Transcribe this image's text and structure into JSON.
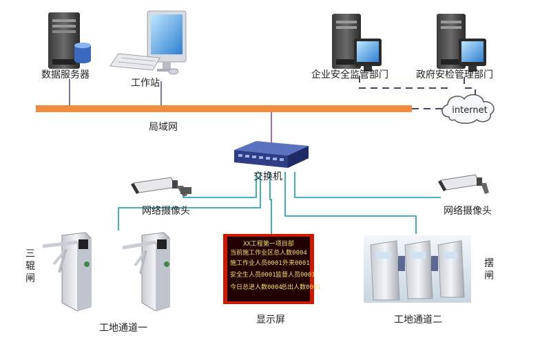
{
  "nodes": {
    "data_server": {
      "label": "数据服务器",
      "icon": "server-icon"
    },
    "workstation": {
      "label": "工作站",
      "icon": "desktop-computer-icon"
    },
    "enterprise_dept": {
      "label": "企业安全监管部门",
      "icon": "server-monitor-icon"
    },
    "gov_dept": {
      "label": "政府安检管理部门",
      "icon": "server-monitor-icon"
    },
    "internet": {
      "label": "internet",
      "icon": "cloud-icon"
    },
    "lan": {
      "label": "局域网"
    },
    "switch": {
      "label": "交换机",
      "icon": "network-switch-icon"
    },
    "camera_left": {
      "label": "网络摄像头",
      "icon": "camera-icon"
    },
    "camera_right": {
      "label": "网络摄像头",
      "icon": "camera-icon"
    },
    "tripod_turnstile": {
      "label": "三辊闸",
      "icon": "tripod-turnstile-icon"
    },
    "passage_one": {
      "label": "工地通道一"
    },
    "display": {
      "label": "显示屏",
      "icon": "led-display-icon",
      "screen_lines": [
        "XX工程第一项目部",
        "当前施工作业区总人数0004",
        "施工作业人员0001",
        "外来0001",
        "安全生人员0001",
        "监督人员0001",
        "今日总进人数0004",
        "总出人数0001"
      ]
    },
    "swing_gate": {
      "label": "摆闸",
      "icon": "swing-gate-icon"
    },
    "passage_two": {
      "label": "工地通道二"
    }
  },
  "colors": {
    "lan_bus": "#f08c3c",
    "link_dark": "#4a4a80",
    "link_teal": "#2aa6b4",
    "dashed": "#444466",
    "display_bg": "#220000",
    "display_text": "#f0e060"
  }
}
